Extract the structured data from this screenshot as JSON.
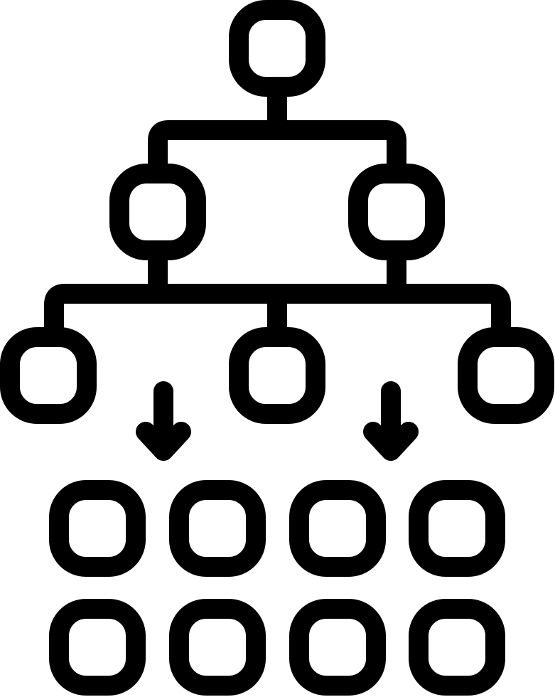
{
  "icon": {
    "name": "hierarchy-data-distribution-icon",
    "stroke_color": "#000000",
    "background_color": "#ffffff",
    "levels": {
      "top_nodes": 1,
      "middle_nodes": 2,
      "bottom_nodes": 3,
      "arrows": 2,
      "grid_rows": 2,
      "grid_columns": 4
    }
  }
}
